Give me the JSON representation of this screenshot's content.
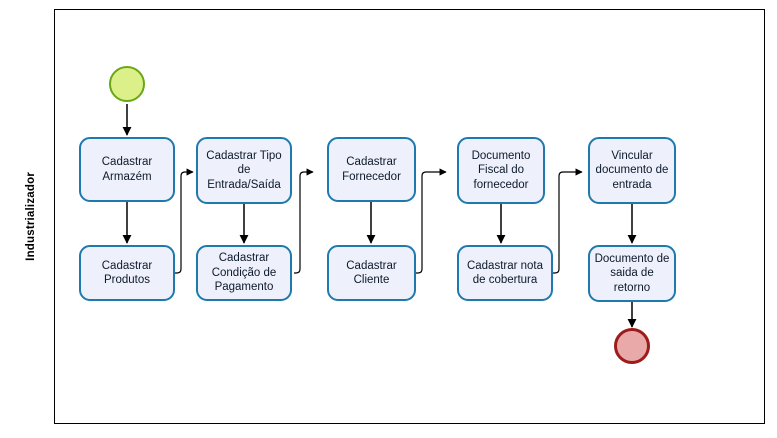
{
  "diagram": {
    "title": "Industrializador",
    "type": "bpmn-process-flow",
    "lane": {
      "label": "Industrializador"
    },
    "colors": {
      "task_fill": "#eef0fc",
      "task_border": "#1f79ad",
      "start_event_fill": "#dcf08a",
      "start_event_border": "#6aa714",
      "end_event_fill": "#eaa9a9",
      "end_event_border": "#9c1b1b",
      "connector": "#000000",
      "frame": "#000000",
      "background": "#ffffff"
    },
    "events": [
      {
        "id": "start",
        "kind": "start-event",
        "label": ""
      },
      {
        "id": "end",
        "kind": "end-event",
        "label": ""
      }
    ],
    "tasks": [
      {
        "id": "t1",
        "label": "Cadastrar Armazém",
        "lines": [
          "Cadastrar",
          "Armazém"
        ]
      },
      {
        "id": "t2",
        "label": "Cadastrar Produtos",
        "lines": [
          "Cadastrar",
          "Produtos"
        ]
      },
      {
        "id": "t3",
        "label": "Cadastrar Tipo de Entrada/Saída",
        "lines": [
          "Cadastrar Tipo",
          "de",
          "Entrada/Saída"
        ]
      },
      {
        "id": "t4",
        "label": "Cadastrar Condição de Pagamento",
        "lines": [
          "Cadastrar",
          "Condição de",
          "Pagamento"
        ]
      },
      {
        "id": "t5",
        "label": "Cadastrar Fornecedor",
        "lines": [
          "Cadastrar",
          "Fornecedor"
        ]
      },
      {
        "id": "t6",
        "label": "Cadastrar Cliente",
        "lines": [
          "Cadastrar",
          "Cliente"
        ]
      },
      {
        "id": "t7",
        "label": "Documento Fiscal do fornecedor",
        "lines": [
          "Documento",
          "Fiscal do",
          "fornecedor"
        ]
      },
      {
        "id": "t8",
        "label": "Cadastrar nota de cobertura",
        "lines": [
          "Cadastrar nota",
          "de cobertura"
        ]
      },
      {
        "id": "t9",
        "label": "Vincular documento de entrada",
        "lines": [
          "Vincular",
          "documento de",
          "entrada"
        ]
      },
      {
        "id": "t10",
        "label": "Documento de saida de retorno",
        "lines": [
          "Documento de",
          "saida de",
          "retorno"
        ]
      }
    ],
    "flows": [
      {
        "from": "start",
        "to": "t1"
      },
      {
        "from": "t1",
        "to": "t2"
      },
      {
        "from": "t2",
        "to": "t3"
      },
      {
        "from": "t3",
        "to": "t4"
      },
      {
        "from": "t4",
        "to": "t5"
      },
      {
        "from": "t5",
        "to": "t6"
      },
      {
        "from": "t6",
        "to": "t7"
      },
      {
        "from": "t7",
        "to": "t8"
      },
      {
        "from": "t8",
        "to": "t9"
      },
      {
        "from": "t9",
        "to": "t10"
      },
      {
        "from": "t10",
        "to": "end"
      }
    ]
  }
}
